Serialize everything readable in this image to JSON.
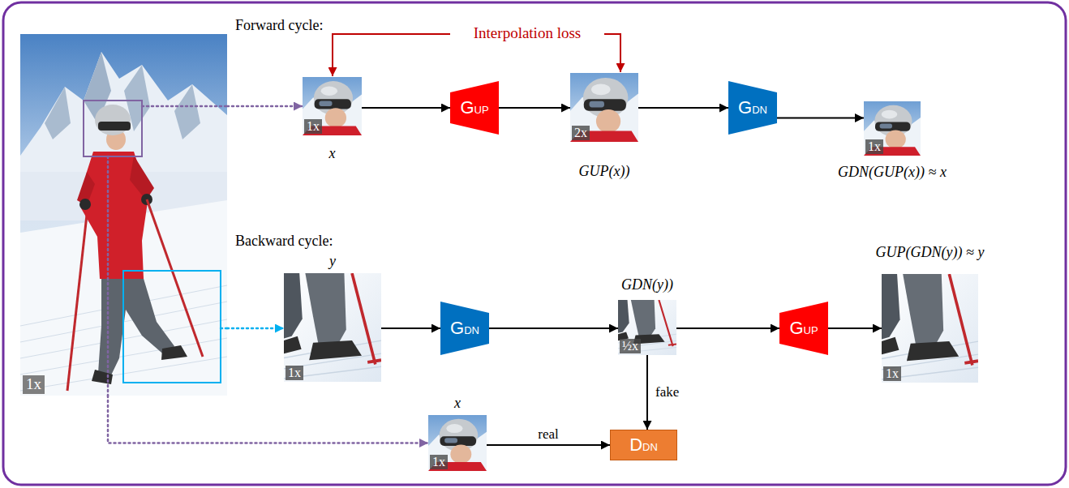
{
  "diagram": {
    "nodes": [
      {
        "text": [
          "1x"
        ]
      },
      {
        "text": [
          "1x",
          "x"
        ]
      },
      {
        "text": [
          "GUP"
        ]
      },
      {
        "text": [
          "2x",
          "GUP(x))"
        ]
      },
      {
        "text": [
          "GDN"
        ]
      },
      {
        "text": [
          "1x",
          "GDN(GUP(x)) ≈ x"
        ]
      },
      {
        "text": [
          "y",
          "1x"
        ]
      },
      {
        "text": [
          "GDN"
        ]
      },
      {
        "text": [
          "GDN(y))",
          "½x"
        ]
      },
      {
        "text": [
          "GUP"
        ]
      },
      {
        "text": [
          "GUP(GDN(y)) ≈ y",
          "1x"
        ]
      },
      {
        "text": [
          "x",
          "1x"
        ]
      },
      {
        "text": [
          "DDN"
        ]
      }
    ],
    "edges": [
      {
        "from": 0,
        "to": 1,
        "arrow": "to"
      },
      {
        "from": 0,
        "to": 6,
        "arrow": "to"
      },
      {
        "from": 0,
        "to": 11,
        "arrow": "to"
      },
      {
        "from": 1,
        "to": 2,
        "arrow": "to"
      },
      {
        "from": 2,
        "to": 3,
        "arrow": "to"
      },
      {
        "from": 3,
        "to": 4,
        "arrow": "to"
      },
      {
        "from": 4,
        "to": 5,
        "arrow": "to"
      },
      {
        "from": 6,
        "to": 7,
        "arrow": "to"
      },
      {
        "from": 7,
        "to": 8,
        "arrow": "to"
      },
      {
        "from": 8,
        "to": 9,
        "arrow": "to"
      },
      {
        "from": 9,
        "to": 10,
        "arrow": "to"
      },
      {
        "from": 8,
        "to": 12,
        "label": "fake",
        "arrow": "to"
      },
      {
        "from": 11,
        "to": 12,
        "label": "real",
        "arrow": "to"
      }
    ],
    "labels": [
      "Forward cycle:",
      "Interpolation loss",
      "Backward cycle:"
    ]
  }
}
